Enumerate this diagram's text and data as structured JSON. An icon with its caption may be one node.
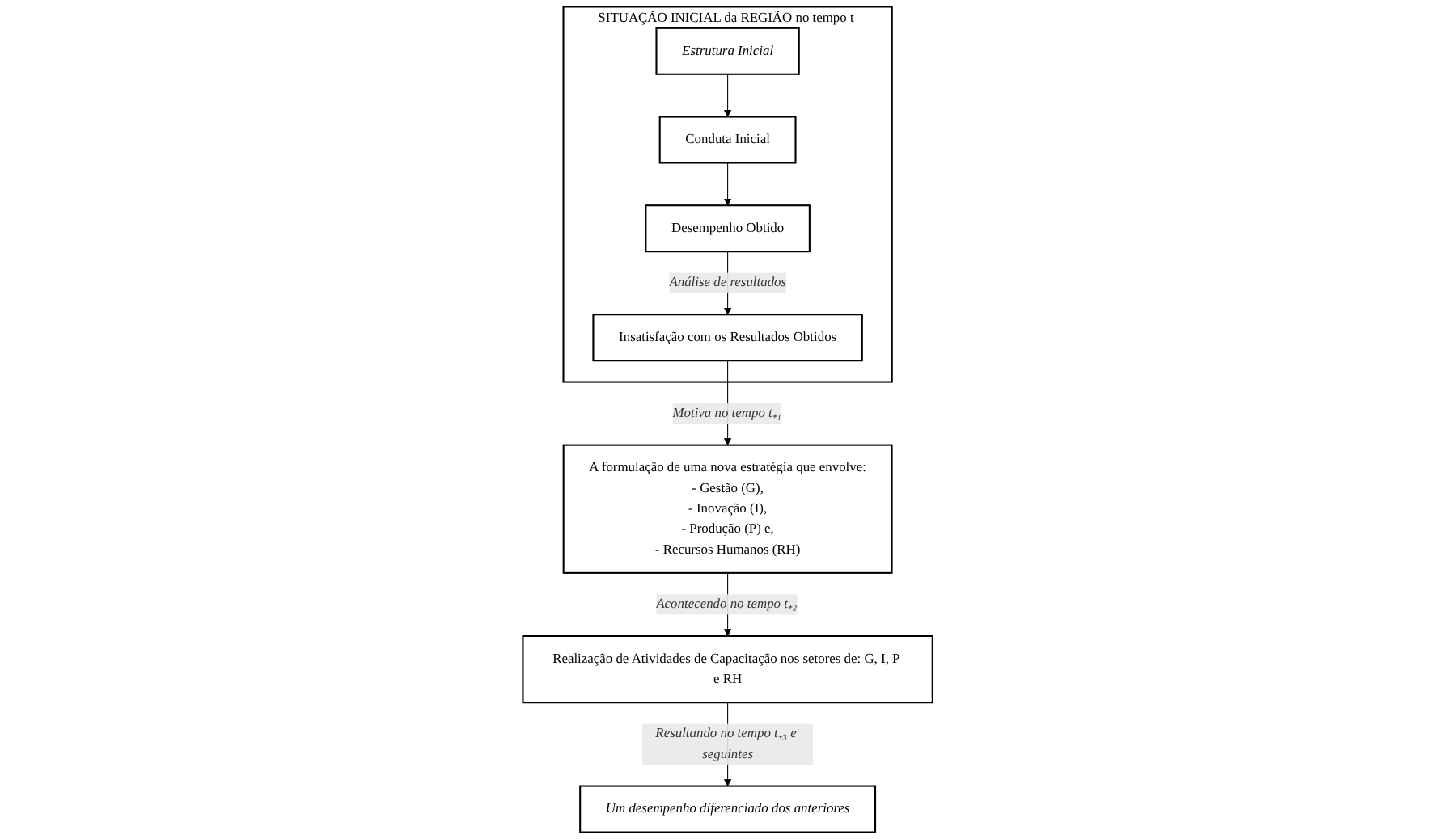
{
  "diagram": {
    "nodes": [
      {
        "text": [
          "SITUAÇÃO INICIAL da REGIÃO no tempo t"
        ]
      },
      {
        "text": [
          "Estrutura Inicial"
        ],
        "in": 0
      },
      {
        "text": [
          "Conduta Inicial"
        ],
        "in": 0
      },
      {
        "text": [
          "Desempenho Obtido"
        ],
        "in": 0
      },
      {
        "text": [
          "Insatisfação com os Resultados Obtidos"
        ],
        "in": 0
      },
      {
        "text": [
          "A formulação de uma nova estratégia que envolve:",
          "- Gestão (G),",
          "- Inovação (I),",
          "- Produção (P) e,",
          "- Recursos Humanos (RH)"
        ]
      },
      {
        "text": [
          "Realização de Atividades de Capacitação nos setores de: G, I, P e RH"
        ]
      },
      {
        "text": [
          "Um desempenho diferenciado dos anteriores"
        ]
      }
    ],
    "edges": [
      {
        "from": 1,
        "to": 2,
        "arrow": "to"
      },
      {
        "from": 2,
        "to": 3,
        "arrow": "to"
      },
      {
        "from": 3,
        "to": 4,
        "arrow": "to",
        "label": "Análise de resultados"
      },
      {
        "from": 4,
        "to": 5,
        "arrow": "to",
        "label": "Motiva no tempo t₊₁"
      },
      {
        "from": 5,
        "to": 6,
        "arrow": "to",
        "label": "Acontecendo no tempo t₊₂"
      },
      {
        "from": 6,
        "to": 7,
        "arrow": "to",
        "label": "Resultando no tempo t₊₃ e seguintes"
      }
    ]
  }
}
